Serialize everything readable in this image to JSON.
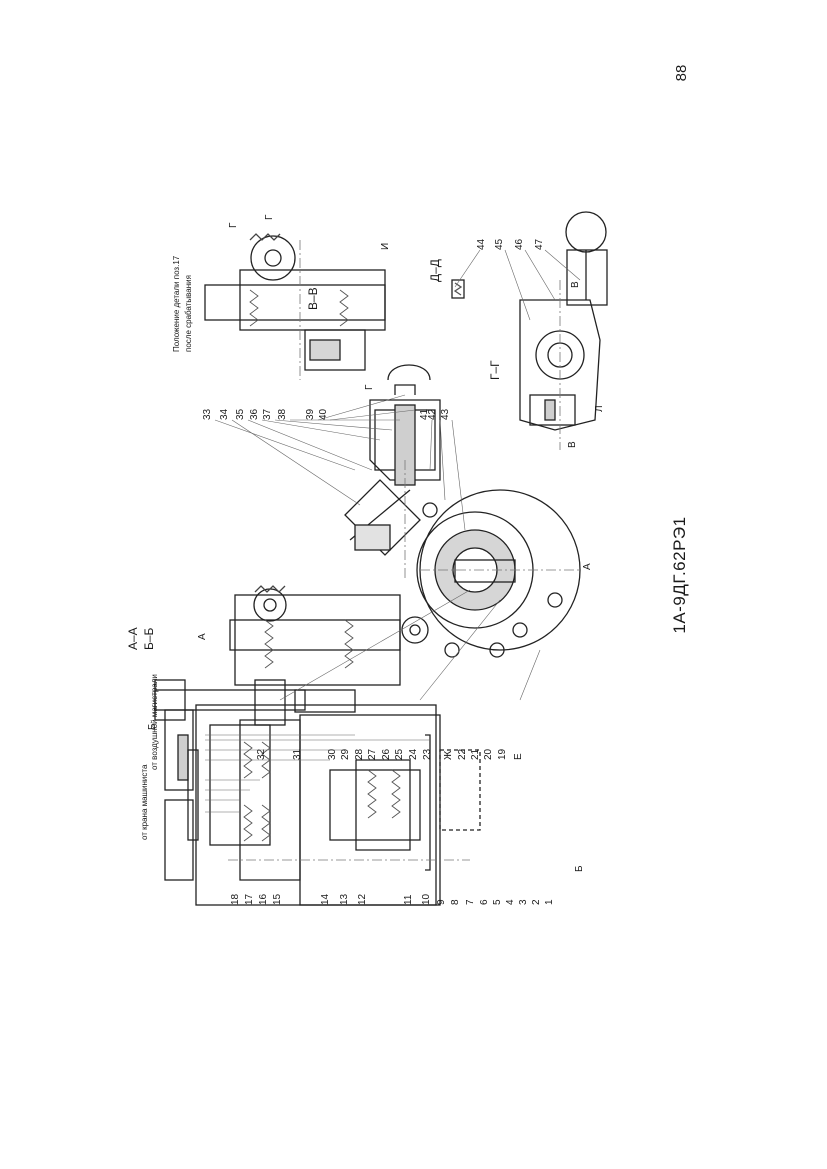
{
  "page_number": "88",
  "document_code": "1А-9ДГ.62РЭ1",
  "sections": {
    "aa": "А–А",
    "bb": "Б–Б",
    "vv": "В–В",
    "gg": "Г–Г",
    "dd": "Д–Д"
  },
  "notes": {
    "from_brake": "от воздушной магистрали",
    "from_tap": "от крана машиниста",
    "detail_pos_line1": "Положение детали поз.17",
    "detail_pos_line2": "после срабатывания"
  },
  "section_marks": [
    "Б",
    "Б",
    "А",
    "А",
    "Г",
    "Г",
    "В",
    "В"
  ],
  "callouts_left": [
    "18",
    "17",
    "16",
    "15",
    "14",
    "13",
    "12",
    "11",
    "10",
    "9",
    "8",
    "7",
    "6",
    "5",
    "4",
    "3",
    "2",
    "1"
  ],
  "callouts_middle": [
    "32",
    "31",
    "30",
    "29",
    "28",
    "27",
    "26",
    "25",
    "24",
    "23",
    "Ж",
    "22",
    "21",
    "20",
    "19",
    "Е"
  ],
  "callouts_top": [
    "33",
    "34",
    "35",
    "36",
    "37",
    "38",
    "39",
    "40",
    "41",
    "42",
    "43"
  ],
  "callouts_right": [
    "44",
    "45",
    "46",
    "47"
  ],
  "letter_marks": {
    "i": "И",
    "l": "Л",
    "g": "Г"
  }
}
